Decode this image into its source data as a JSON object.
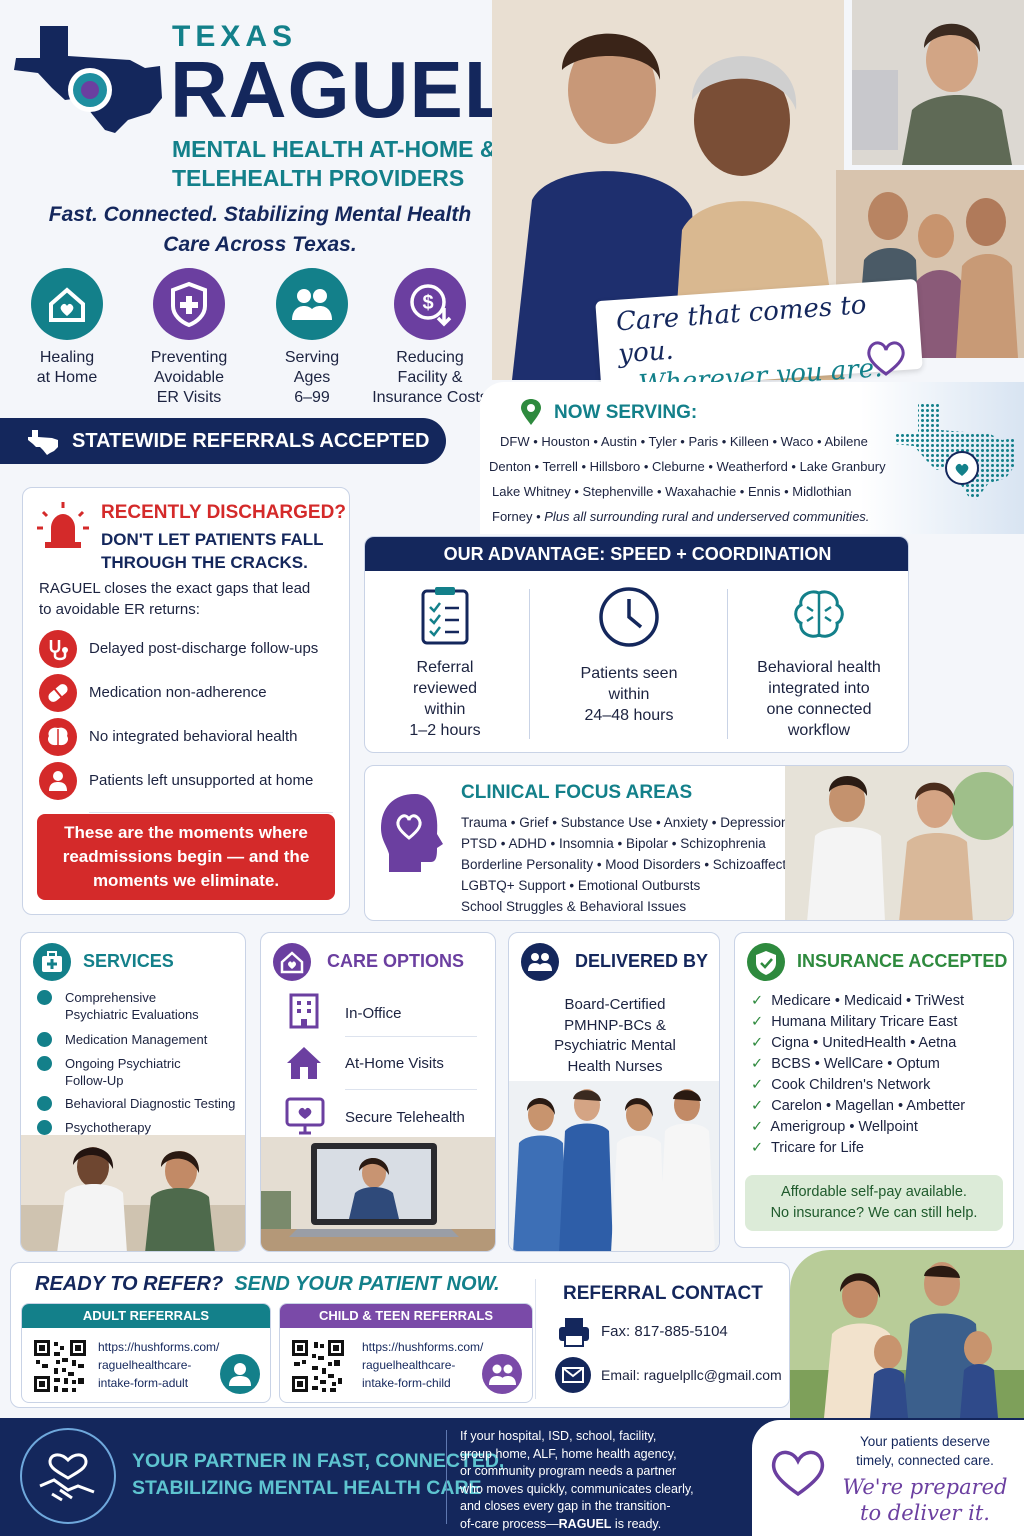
{
  "brand": {
    "state_label": "TEXAS",
    "name": "RAGUEL",
    "subtitle_line1": "MENTAL HEALTH AT-HOME &",
    "subtitle_line2": "TELEHEALTH PROVIDERS",
    "tagline_line1": "Fast. Connected. Stabilizing Mental Health",
    "tagline_line2": "Care Across Texas."
  },
  "features": [
    {
      "icon": "home-heart-icon",
      "line1": "Healing",
      "line2": "at Home",
      "line3": ""
    },
    {
      "icon": "shield-plus-icon",
      "line1": "Preventing",
      "line2": "Avoidable",
      "line3": "ER Visits"
    },
    {
      "icon": "people-icon",
      "line1": "Serving",
      "line2": "Ages",
      "line3": "6–99"
    },
    {
      "icon": "dollar-down-icon",
      "line1": "Reducing",
      "line2": "Facility &",
      "line3": "Insurance Costs"
    }
  ],
  "hero_script": {
    "line1": "Care that comes to you.",
    "line2": "Wherever you are."
  },
  "statewide_banner": "STATEWIDE REFERRALS ACCEPTED",
  "now_serving": {
    "title": "NOW SERVING:",
    "row1": "DFW • Houston • Austin • Tyler • Paris • Killeen • Waco • Abilene",
    "row2": "Denton • Terrell • Hillsboro • Cleburne • Weatherford • Lake Granbury",
    "row3": "Lake Whitney • Stephenville • Waxahachie • Ennis • Midlothian",
    "row4_cities": "Forney •",
    "row4_note": "Plus all surrounding rural and underserved communities."
  },
  "discharged": {
    "title": "RECENTLY DISCHARGED?",
    "sub_line1": "DON'T LET PATIENTS FALL",
    "sub_line2": "THROUGH THE CRACKS.",
    "intro_line1": "RAGUEL closes the exact gaps that lead",
    "intro_line2": "to avoidable ER returns:",
    "items": [
      {
        "icon": "stethoscope-icon",
        "text": "Delayed post-discharge follow-ups"
      },
      {
        "icon": "pill-icon",
        "text": "Medication non-adherence"
      },
      {
        "icon": "brain-icon",
        "text": "No integrated behavioral health"
      },
      {
        "icon": "person-icon",
        "text": "Patients left unsupported at home"
      }
    ],
    "callout_line1": "These are the moments where",
    "callout_line2": "readmissions begin — and the",
    "callout_line3": "moments we eliminate."
  },
  "advantage": {
    "title": "OUR ADVANTAGE: SPEED + COORDINATION",
    "cols": [
      {
        "icon": "clipboard-icon",
        "lines": [
          "Referral",
          "reviewed",
          "within",
          "1–2 hours"
        ]
      },
      {
        "icon": "clock-icon",
        "lines": [
          "Patients seen",
          "within",
          "24–48 hours"
        ]
      },
      {
        "icon": "brain-network-icon",
        "lines": [
          "Behavioral health",
          "integrated into",
          "one connected",
          "workflow"
        ]
      }
    ]
  },
  "clinical": {
    "title": "CLINICAL FOCUS AREAS",
    "lines": [
      "Trauma • Grief • Substance Use • Anxiety • Depression",
      "PTSD • ADHD • Insomnia • Bipolar • Schizophrenia",
      "Borderline Personality • Mood Disorders • Schizoaffective",
      "LGBTQ+ Support • Emotional Outbursts",
      "School Struggles & Behavioral Issues"
    ]
  },
  "services": {
    "title": "SERVICES",
    "items": [
      {
        "l1": "Comprehensive",
        "l2": "Psychiatric Evaluations"
      },
      {
        "l1": "Medication Management",
        "l2": ""
      },
      {
        "l1": "Ongoing Psychiatric",
        "l2": "Follow-Up"
      },
      {
        "l1": "Behavioral Diagnostic Testing",
        "l2": ""
      },
      {
        "l1": "Psychotherapy",
        "l2": ""
      }
    ]
  },
  "care_options": {
    "title": "CARE OPTIONS",
    "items": [
      {
        "icon": "office-building-icon",
        "text": "In-Office"
      },
      {
        "icon": "house-icon",
        "text": "At-Home Visits"
      },
      {
        "icon": "monitor-heart-icon",
        "text": "Secure Telehealth"
      }
    ]
  },
  "delivered_by": {
    "title": "DELIVERED BY",
    "lines": [
      "Board-Certified",
      "PMHNP-BCs &",
      "Psychiatric Mental",
      "Health Nurses"
    ]
  },
  "insurance": {
    "title": "INSURANCE ACCEPTED",
    "lines": [
      "Medicare • Medicaid • TriWest",
      "Humana Military Tricare East",
      "Cigna • UnitedHealth • Aetna",
      "BCBS • WellCare • Optum",
      "Cook Children's Network",
      "Carelon • Magellan • Ambetter",
      "Amerigroup • Wellpoint",
      "Tricare for Life"
    ],
    "selfpay_line1": "Affordable self-pay available.",
    "selfpay_line2": "No insurance? We can still help."
  },
  "refer": {
    "title_a": "READY TO REFER?",
    "title_b": "SEND YOUR PATIENT NOW.",
    "adult": {
      "label": "ADULT REFERRALS",
      "url1": "https://hushforms.com/",
      "url2": "raguelhealthcare-",
      "url3": "intake-form-adult"
    },
    "child": {
      "label": "CHILD & TEEN REFERRALS",
      "url1": "https://hushforms.com/",
      "url2": "raguelhealthcare-",
      "url3": "intake-form-child"
    }
  },
  "contact": {
    "title": "REFERRAL CONTACT",
    "fax": "Fax: 817-885-5104",
    "email": "Email: raguelpllc@gmail.com"
  },
  "footer": {
    "partner_line1": "YOUR PARTNER IN FAST, CONNECTED,",
    "partner_line2": "STABILIZING MENTAL HEALTH CARE",
    "body": [
      "If your hospital, ISD, school, facility,",
      "group home, ALF, home health agency,",
      "or community program needs a partner",
      "who moves quickly, communicates clearly,",
      "and closes every gap in the transition-"
    ],
    "body_last_a": "of-care process—",
    "body_last_b": "RAGUEL",
    "body_last_c": " is ready.",
    "deserve_line1": "Your patients deserve",
    "deserve_line2": "timely, connected care.",
    "script_line1": "We're prepared",
    "script_line2": "to deliver it."
  },
  "colors": {
    "navy": "#14275c",
    "teal": "#13808a",
    "purple": "#6b3fa0",
    "red": "#d42a2a",
    "green": "#2e8a3e"
  }
}
